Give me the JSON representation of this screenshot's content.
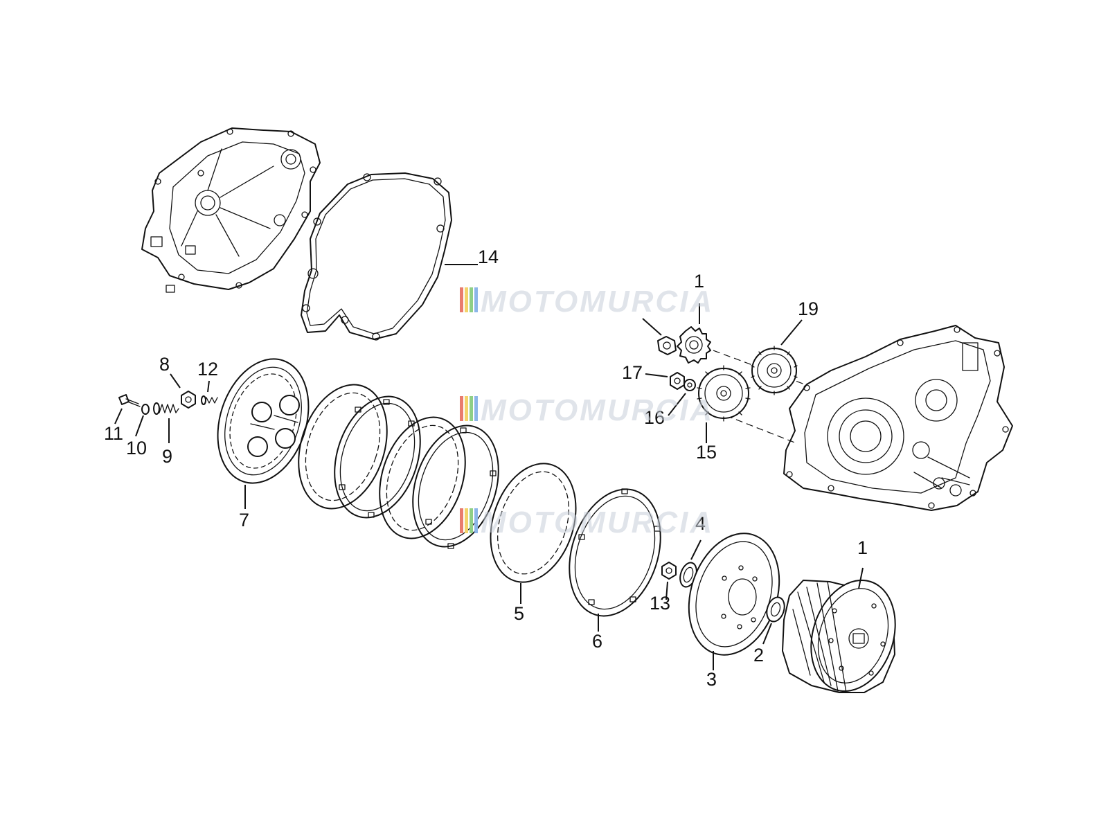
{
  "callouts": {
    "c14": "14",
    "c1_gear": "1",
    "c19": "19",
    "c17": "17",
    "c16": "16",
    "c15": "15",
    "c8": "8",
    "c12": "12",
    "c11": "11",
    "c10": "10",
    "c9": "9",
    "c7": "7",
    "c5": "5",
    "c6": "6",
    "c4": "4",
    "c13": "13",
    "c3": "3",
    "c2": "2",
    "c1_basket": "1"
  },
  "watermark": {
    "text": "MOTOMURCIA",
    "stripe_colors": [
      "#e97b6d",
      "#f3d36b",
      "#8fcf86",
      "#8cb6e8"
    ]
  },
  "colors": {
    "line": "#111111",
    "watermark": "#c7cdd9"
  }
}
